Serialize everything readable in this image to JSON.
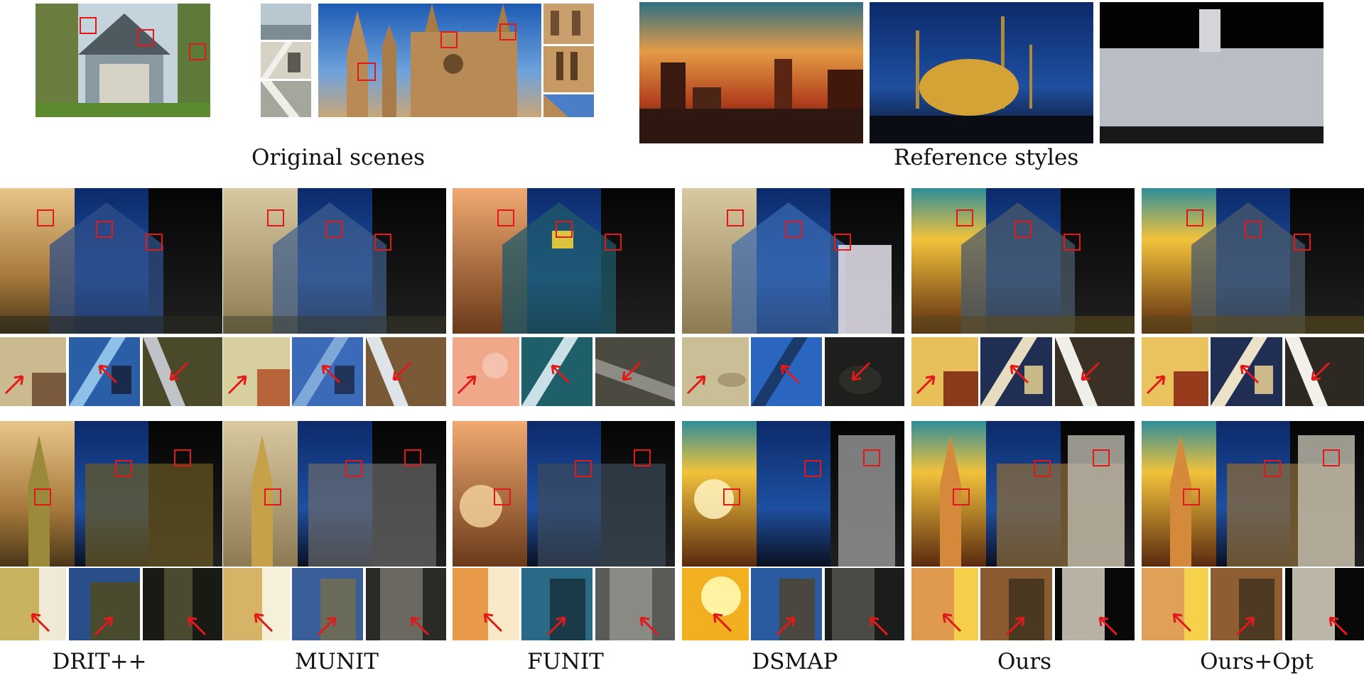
{
  "top_captions": {
    "original": "Original scenes",
    "reference": "Reference styles"
  },
  "methods": [
    "DRIT++",
    "MUNIT",
    "FUNIT",
    "DSMAP",
    "Ours",
    "Ours+Opt"
  ],
  "colors": {
    "highlight_box": "#e31919",
    "arrow": "#e31919",
    "background": "#ffffff"
  },
  "icons": [
    "highlight-box",
    "arrow-icon"
  ]
}
